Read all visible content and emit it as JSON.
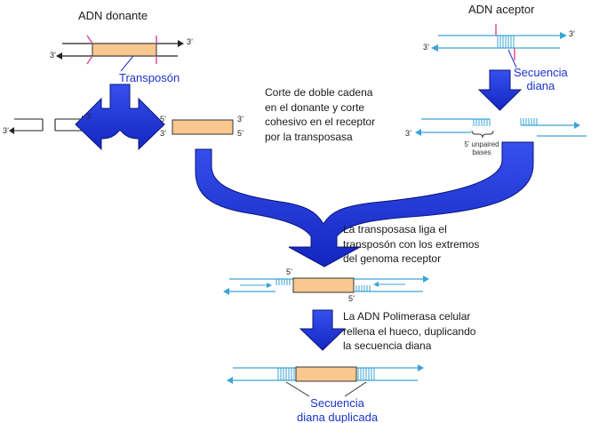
{
  "labels": {
    "donor": "ADN donante",
    "acceptor": "ADN aceptor",
    "transposon": "Transposón",
    "target_sequence": "Secuencia\ndiana",
    "cut_description": "Corte de doble cadena\nen el donante y corte\ncohesivo en el receptor\npor la transposasa",
    "unpaired_bases": "5’ unpaired\nbases",
    "ligation_description": "La transposasa liga el\ntransposón con los extremos\ndel genoma receptor",
    "polymerase_description": "La ADN Polimerasa celular\nrellena el hueco, duplicando\nla secuencia diana",
    "duplicated_target": "Secuencia\ndiana duplicada"
  },
  "strand_ends": {
    "three_prime": "3’",
    "five_prime": "5’"
  },
  "colors": {
    "arrow_blue": "#1e2fd6",
    "arrow_outline": "#0b157a",
    "transposon_fill": "#f8c890",
    "dna_line": "#3aa3d8",
    "cut_marker": "#d8509a",
    "label_blue": "#1a33cc"
  }
}
